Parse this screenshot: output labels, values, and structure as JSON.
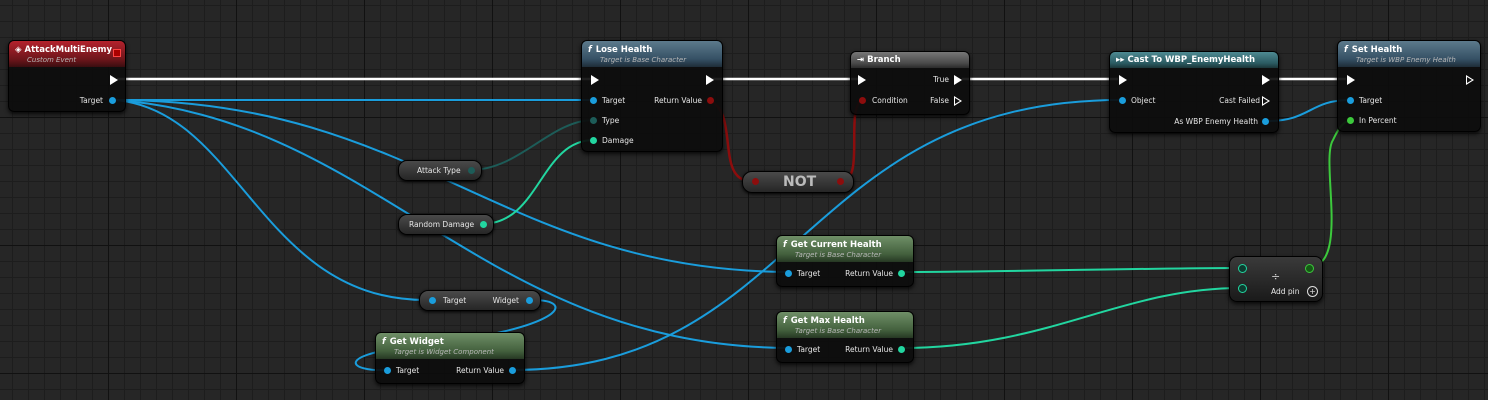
{
  "colors": {
    "exec": "#ffffff",
    "object": "#1a9ddc",
    "struct": "#1d5c58",
    "float": "#22d6a0",
    "bool": "#8c0d0d",
    "percent": "#3cc93c"
  },
  "nodes": {
    "attack": {
      "title": "AttackMultiEnemy",
      "subtitle": "Custom Event",
      "target": "Target",
      "icon": "event-diamond-icon"
    },
    "lose": {
      "title": "Lose Health",
      "subtitle": "Target is Base Character",
      "target": "Target",
      "type": "Type",
      "damage": "Damage",
      "return": "Return Value"
    },
    "branch": {
      "title": "Branch",
      "condition": "Condition",
      "true_label": "True",
      "false_label": "False"
    },
    "cast": {
      "title": "Cast To WBP_EnemyHealth",
      "object": "Object",
      "failed": "Cast Failed",
      "as": "As WBP Enemy Health"
    },
    "sethealth": {
      "title": "Set Health",
      "subtitle": "Target is WBP Enemy Health",
      "target": "Target",
      "percent": "In Percent"
    },
    "attacktype": {
      "label": "Attack Type"
    },
    "randomdamage": {
      "label": "Random Damage"
    },
    "not": {
      "label": "NOT"
    },
    "getcurrent": {
      "title": "Get Current Health",
      "subtitle": "Target is Base Character",
      "target": "Target",
      "return": "Return Value"
    },
    "getmax": {
      "title": "Get Max Health",
      "subtitle": "Target is Base Character",
      "target": "Target",
      "return": "Return Value"
    },
    "widgetvar": {
      "target": "Target",
      "widget": "Widget"
    },
    "getwidget": {
      "title": "Get Widget",
      "subtitle": "Target is Widget Component",
      "target": "Target",
      "return": "Return Value"
    },
    "divide": {
      "symbol": "÷",
      "addpin": "Add pin"
    }
  }
}
